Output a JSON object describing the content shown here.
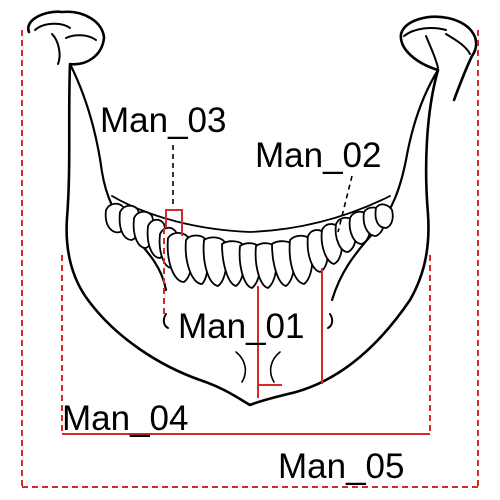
{
  "labels": {
    "man_01": "Man_01",
    "man_02": "Man_02",
    "man_03": "Man_03",
    "man_04": "Man_04",
    "man_05": "Man_05"
  },
  "colors": {
    "measurement_line": "#d42a2a",
    "bone_outline": "#000000",
    "label_text": "#000000",
    "background": "#ffffff"
  },
  "line_styles": {
    "man_01": "solid",
    "man_02": "solid",
    "man_03": "solid with dashed drop-line",
    "man_04": "solid baseline with dashed side extents",
    "man_05": "dashed frame"
  }
}
